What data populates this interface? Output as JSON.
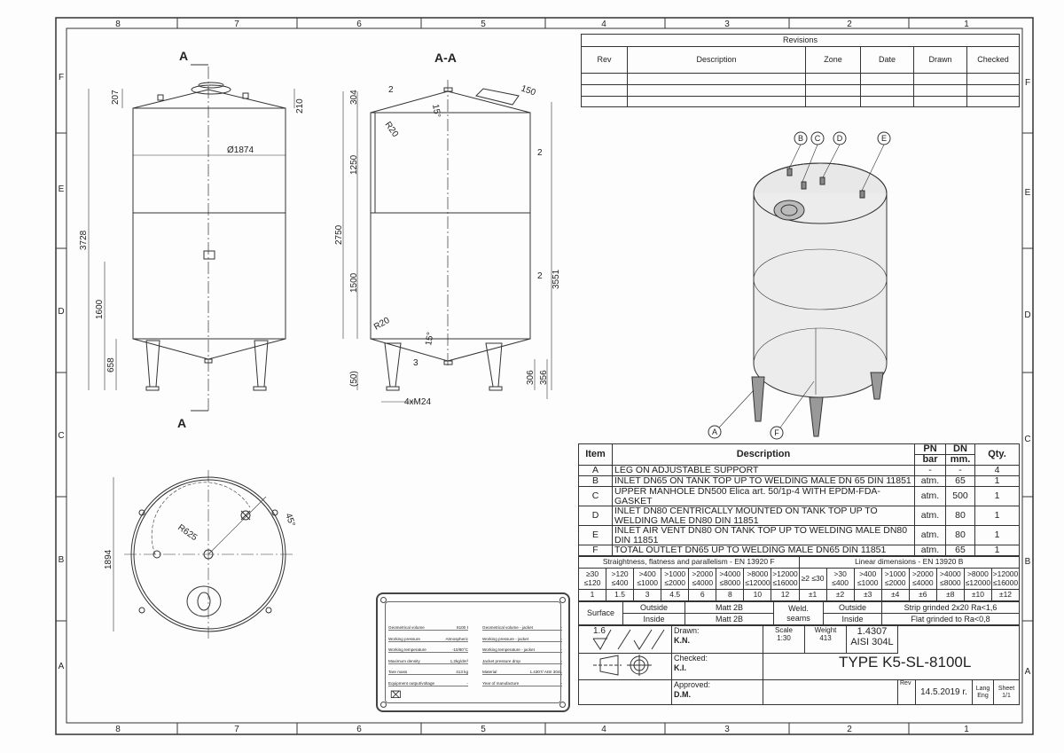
{
  "frame": {
    "columns": [
      "8",
      "7",
      "6",
      "5",
      "4",
      "3",
      "2",
      "1"
    ],
    "rows": [
      "F",
      "E",
      "D",
      "C",
      "B",
      "A"
    ]
  },
  "revisions": {
    "title": "Revisions",
    "headers": [
      "Rev",
      "Description",
      "Zone",
      "Date",
      "Drawn",
      "Checked"
    ]
  },
  "views": {
    "front": {
      "section_label": "A",
      "section_label_bottom": "A",
      "dims": {
        "top_left": "207",
        "top_right": "210",
        "diameter": "Ø1874",
        "height": "3728",
        "height2": "1600",
        "height3": "658"
      }
    },
    "section": {
      "title": "A-A",
      "dims": {
        "d304": "304",
        "d1250": "1250",
        "d2750": "2750",
        "d1500": "1500",
        "d3551": "3551",
        "d306": "306",
        "d356": "356",
        "d50": "(50)",
        "thread": "4xM24",
        "d150": "150",
        "t1": "2",
        "t2": "2",
        "t3": "2",
        "t4": "3",
        "r1": "R20",
        "r2": "R20",
        "a1": "15°",
        "a2": "15°"
      }
    },
    "top": {
      "dims": {
        "d1894": "1894",
        "r625": "R625",
        "a45": "45°"
      }
    },
    "iso": {
      "callouts": [
        "A",
        "B",
        "C",
        "D",
        "E",
        "F"
      ]
    }
  },
  "items": {
    "headers": {
      "item": "Item",
      "description": "Description",
      "pn": "PN",
      "pn_unit": "bar",
      "dn": "DN",
      "dn_unit": "mm.",
      "qty": "Qty."
    },
    "rows": [
      {
        "item": "A",
        "description": "LEG ON ADJUSTABLE SUPPORT",
        "pn": "-",
        "dn": "-",
        "qty": "4"
      },
      {
        "item": "B",
        "description": "INLET DN65 ON TANK TOP UP TO WELDING MALE DN 65 DIN 11851",
        "pn": "atm.",
        "dn": "65",
        "qty": "1"
      },
      {
        "item": "C",
        "description": "UPPER MANHOLE DN500 Elica art. 50/1p-4 WITH EPDM-FDA-GASKET",
        "pn": "atm.",
        "dn": "500",
        "qty": "1"
      },
      {
        "item": "D",
        "description": "INLET DN80 CENTRICALLY MOUNTED ON TANK TOP UP TO WELDING MALE DN80 DIN 11851",
        "pn": "atm.",
        "dn": "80",
        "qty": "1"
      },
      {
        "item": "E",
        "description": "INLET AIR VENT DN80 ON TANK TOP UP TO WELDING MALE DN80 DIN 11851",
        "pn": "atm.",
        "dn": "80",
        "qty": "1"
      },
      {
        "item": "F",
        "description": "TOTAL OUTLET DN65 UP TO WELDING MALE DN65 DIN 11851",
        "pn": "atm.",
        "dn": "65",
        "qty": "1"
      }
    ]
  },
  "tolerances": {
    "straightness": {
      "title": "Straightness, flatness and parallelism - EN 13920 F",
      "ranges": [
        "≥30 ≤120",
        ">120 ≤400",
        ">400 ≤1000",
        ">1000 ≤2000",
        ">2000 ≤4000",
        ">4000 ≤8000",
        ">8000 ≤12000",
        ">12000 ≤16000"
      ],
      "values": [
        "1",
        "1.5",
        "3",
        "4.5",
        "6",
        "8",
        "10",
        "12"
      ]
    },
    "linear": {
      "title": "Linear dimensions - EN 13920 B",
      "ranges": [
        "≥2 ≤30",
        ">30 ≤400",
        ">400 ≤1000",
        ">1000 ≤2000",
        ">2000 ≤4000",
        ">4000 ≤8000",
        ">8000 ≤12000",
        ">12000 ≤16000"
      ],
      "values": [
        "±1",
        "±2",
        "±3",
        "±4",
        "±6",
        "±8",
        "±10",
        "±12"
      ]
    }
  },
  "surface": {
    "label": "Surface",
    "outside": "Outside",
    "inside": "Inside",
    "outside_val": "Matt 2B",
    "inside_val": "Matt 2B",
    "weld_label": "Weld. seams",
    "weld_outside": "Outside",
    "weld_inside": "Inside",
    "weld_outside_val": "Strip grinded 2x20 Ra<1,6",
    "weld_inside_val": "Flat grinded to Ra<0,8"
  },
  "title_block": {
    "roughness": "1.6",
    "drawn_label": "Drawn:",
    "drawn": "K.N.",
    "checked_label": "Checked:",
    "checked": "K.I.",
    "approved_label": "Approved:",
    "approved": "D.M.",
    "scale_label": "Scale",
    "scale": "1:30",
    "weight_label": "Weight",
    "weight": "413",
    "material1": "1.4307",
    "material2": "AISI 304L",
    "type": "TYPE K5-SL-8100L",
    "rev_label": "Rev",
    "date": "14.5.2019 r.",
    "lang_label": "Lang",
    "lang": "Eng",
    "sheet_label": "Sheet",
    "sheet": "1/1"
  },
  "nameplate": {
    "left": [
      [
        "Geometrical volume",
        "8100 ℓ"
      ],
      [
        "Working pressure",
        "Atmospheric"
      ],
      [
        "Working temperature",
        "-10/80°C"
      ],
      [
        "Maximum density",
        "1,2kg/dm³"
      ],
      [
        "Tare mass",
        "413 kg"
      ],
      [
        "Equipment output/voltage",
        "-"
      ]
    ],
    "right": [
      [
        "Geometrical volume - jacket",
        "-"
      ],
      [
        "Working pressure - jacket",
        "-"
      ],
      [
        "Working temperature - jacket",
        "-"
      ],
      [
        "Jacket pressure drop",
        "-"
      ],
      [
        "Material",
        "1.4307/ AISI 304L"
      ],
      [
        "Year of manufacture",
        "-"
      ]
    ]
  }
}
